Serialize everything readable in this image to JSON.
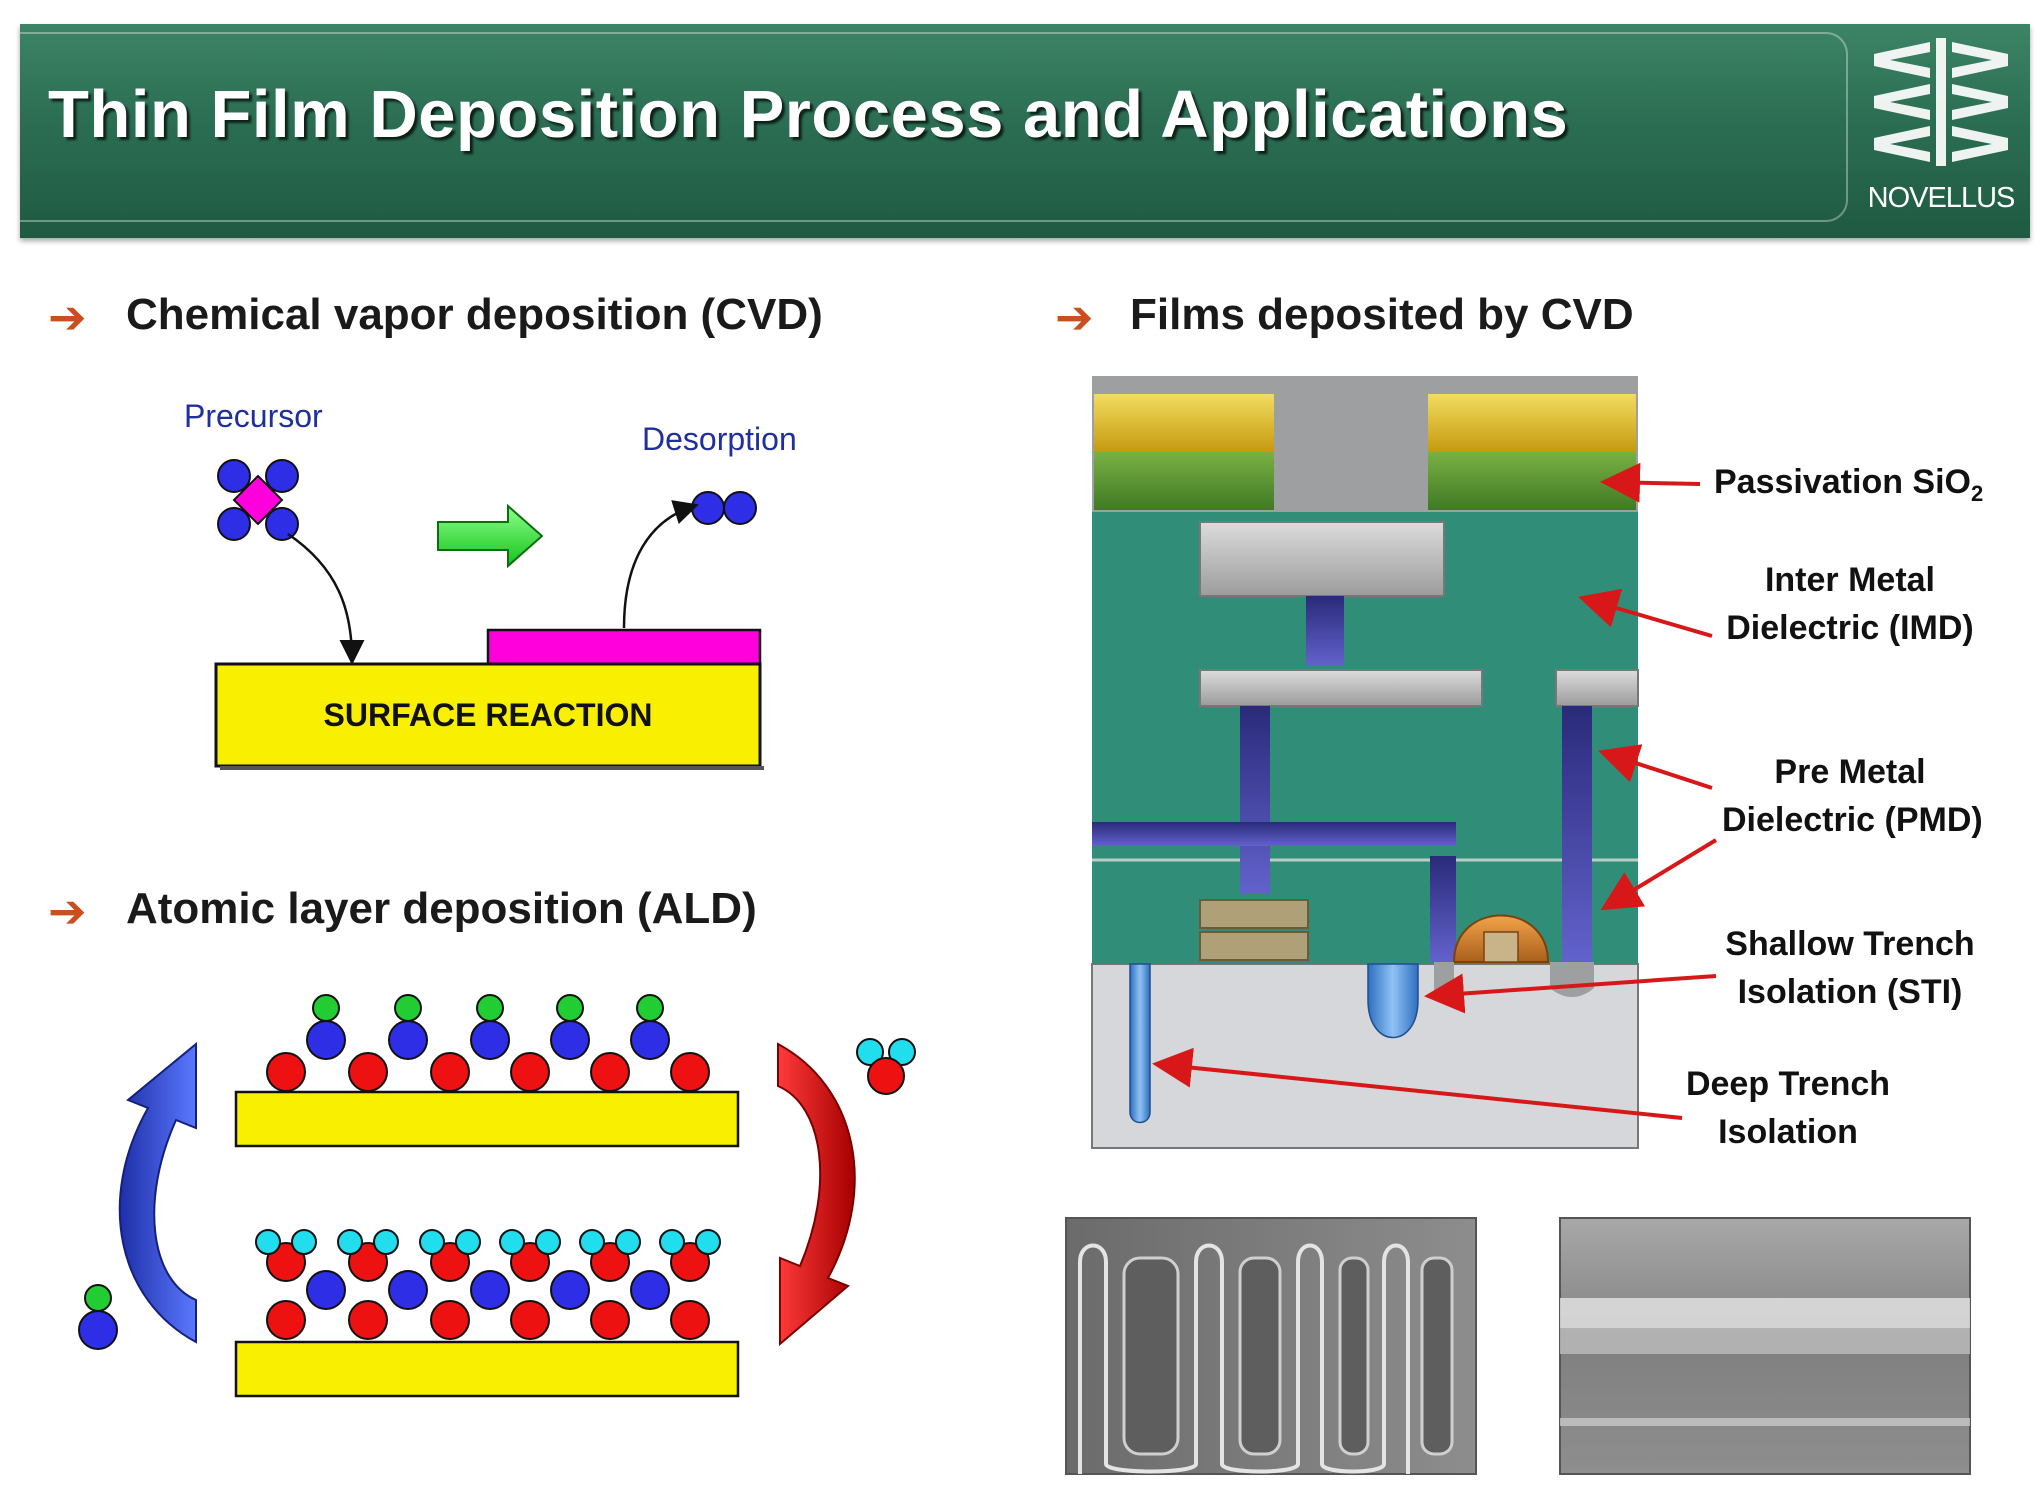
{
  "title": "Thin Film Deposition Process and Applications",
  "logo": {
    "name": "NOVELLUS",
    "icon": "novellus-logo-icon"
  },
  "sections": {
    "cvd": {
      "heading": "Chemical vapor deposition (CVD)",
      "precursor_label": "Precursor",
      "desorption_label": "Desorption",
      "surface_label": "SURFACE REACTION"
    },
    "ald": {
      "heading": "Atomic layer deposition (ALD)"
    },
    "films": {
      "heading": "Films deposited by CVD",
      "labels": {
        "passivation": "Passivation SiO",
        "passivation_sub": "2",
        "imd_1": "Inter Metal",
        "imd_2": "Dielectric (IMD)",
        "pmd_1": "Pre Metal",
        "pmd_2": "Dielectric (PMD)",
        "sti_1": "Shallow Trench",
        "sti_2": "Isolation (STI)",
        "dti_1": "Deep Trench",
        "dti_2": "Isolation"
      }
    }
  },
  "colors": {
    "header_green": "#2b6e53",
    "bullet_arrow": "#c8501e",
    "substrate_yellow": "#f8f000",
    "film_magenta": "#ff00dd",
    "atom_blue": "#2e2ee6",
    "atom_red": "#ee1111",
    "atom_green": "#22cc33",
    "atom_cyan": "#22ddee",
    "dielectric_teal": "#2f8d78",
    "pointer_red": "#d81818"
  }
}
